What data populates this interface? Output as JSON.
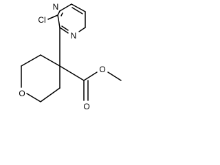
{
  "molecule": {
    "atoms": {
      "n_top": "N",
      "n_ring": "N",
      "chlorine": "Cl",
      "ring_oxygen": "O",
      "carbonyl_oxygen": "O",
      "ester_oxygen": "O"
    }
  }
}
